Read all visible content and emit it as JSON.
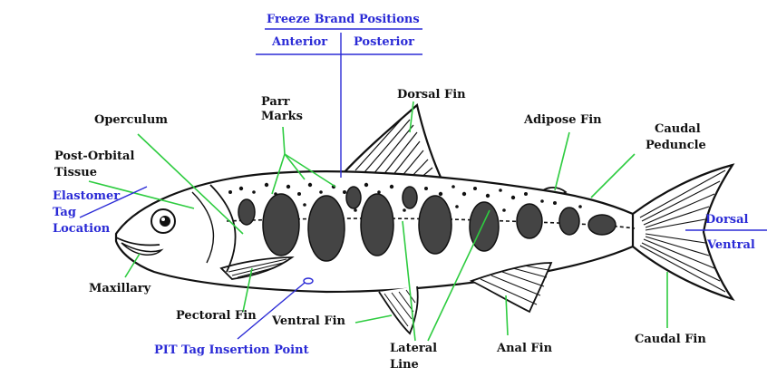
{
  "colors": {
    "outline": "#111111",
    "leader_lines": "#2ecc40",
    "brand_lines": "#2b2bd6",
    "label_black": "#111111",
    "label_blue": "#2b2bd6"
  },
  "freeze_brand": {
    "title": "Freeze Brand Positions",
    "anterior": "Anterior",
    "posterior": "Posterior"
  },
  "orientation": {
    "dorsal": "Dorsal",
    "ventral": "Ventral"
  },
  "labels": {
    "parr_marks_1": "Parr",
    "parr_marks_2": "Marks",
    "dorsal_fin": "Dorsal Fin",
    "operculum": "Operculum",
    "adipose_fin": "Adipose Fin",
    "caudal_peduncle_1": "Caudal",
    "caudal_peduncle_2": "Peduncle",
    "post_orbital_1": "Post-Orbital",
    "post_orbital_2": "Tissue",
    "elastomer_1": "Elastomer",
    "elastomer_2": "Tag",
    "elastomer_3": "Location",
    "maxillary": "Maxillary",
    "pectoral_fin": "Pectoral Fin",
    "ventral_fin": "Ventral Fin",
    "pit_tag": "PIT Tag Insertion Point",
    "lateral_line_1": "Lateral",
    "lateral_line_2": "Line",
    "anal_fin": "Anal Fin",
    "caudal_fin": "Caudal Fin"
  }
}
